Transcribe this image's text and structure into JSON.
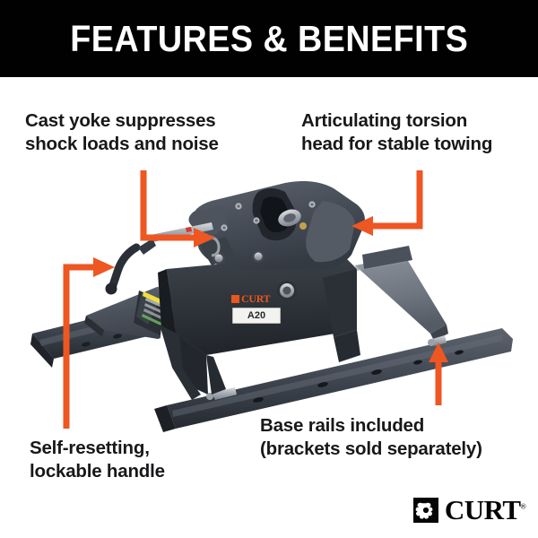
{
  "header": {
    "title": "FEATURES & BENEFITS",
    "background_color": "#010101",
    "text_color": "#ffffff"
  },
  "theme": {
    "accent_orange": "#ee5622",
    "text_dark": "#17181a",
    "page_background": "#ffffff",
    "product_dark": "#3a4048",
    "product_mid": "#5a626c",
    "product_light": "#787f88"
  },
  "callouts": [
    {
      "id": "cast-yoke",
      "text": "Cast yoke suppresses\nshock loads and noise",
      "position": "top-left",
      "arrow": "elbow-down-right"
    },
    {
      "id": "torsion-head",
      "text": "Articulating torsion\nhead for stable towing",
      "position": "top-right",
      "arrow": "elbow-down-left"
    },
    {
      "id": "lockable-handle",
      "text": "Self-resetting,\nlockable handle",
      "position": "bottom-left",
      "arrow": "elbow-up-right"
    },
    {
      "id": "base-rails",
      "text": "Base rails included\n(brackets sold separately)",
      "position": "bottom-right",
      "arrow": "straight-up"
    }
  ],
  "product": {
    "name": "5th wheel hitch",
    "model_label": "A20",
    "decal_brand": "CURT",
    "instruction_decal": {
      "description": "multi-color instruction decal",
      "stripe_colors": [
        "#f2e33a",
        "#e23b2c",
        "#4fbf58"
      ]
    }
  },
  "brand": {
    "wordmark": "CURT",
    "trademark": "®",
    "emblem_name": "curt-pinwheel-emblem"
  }
}
